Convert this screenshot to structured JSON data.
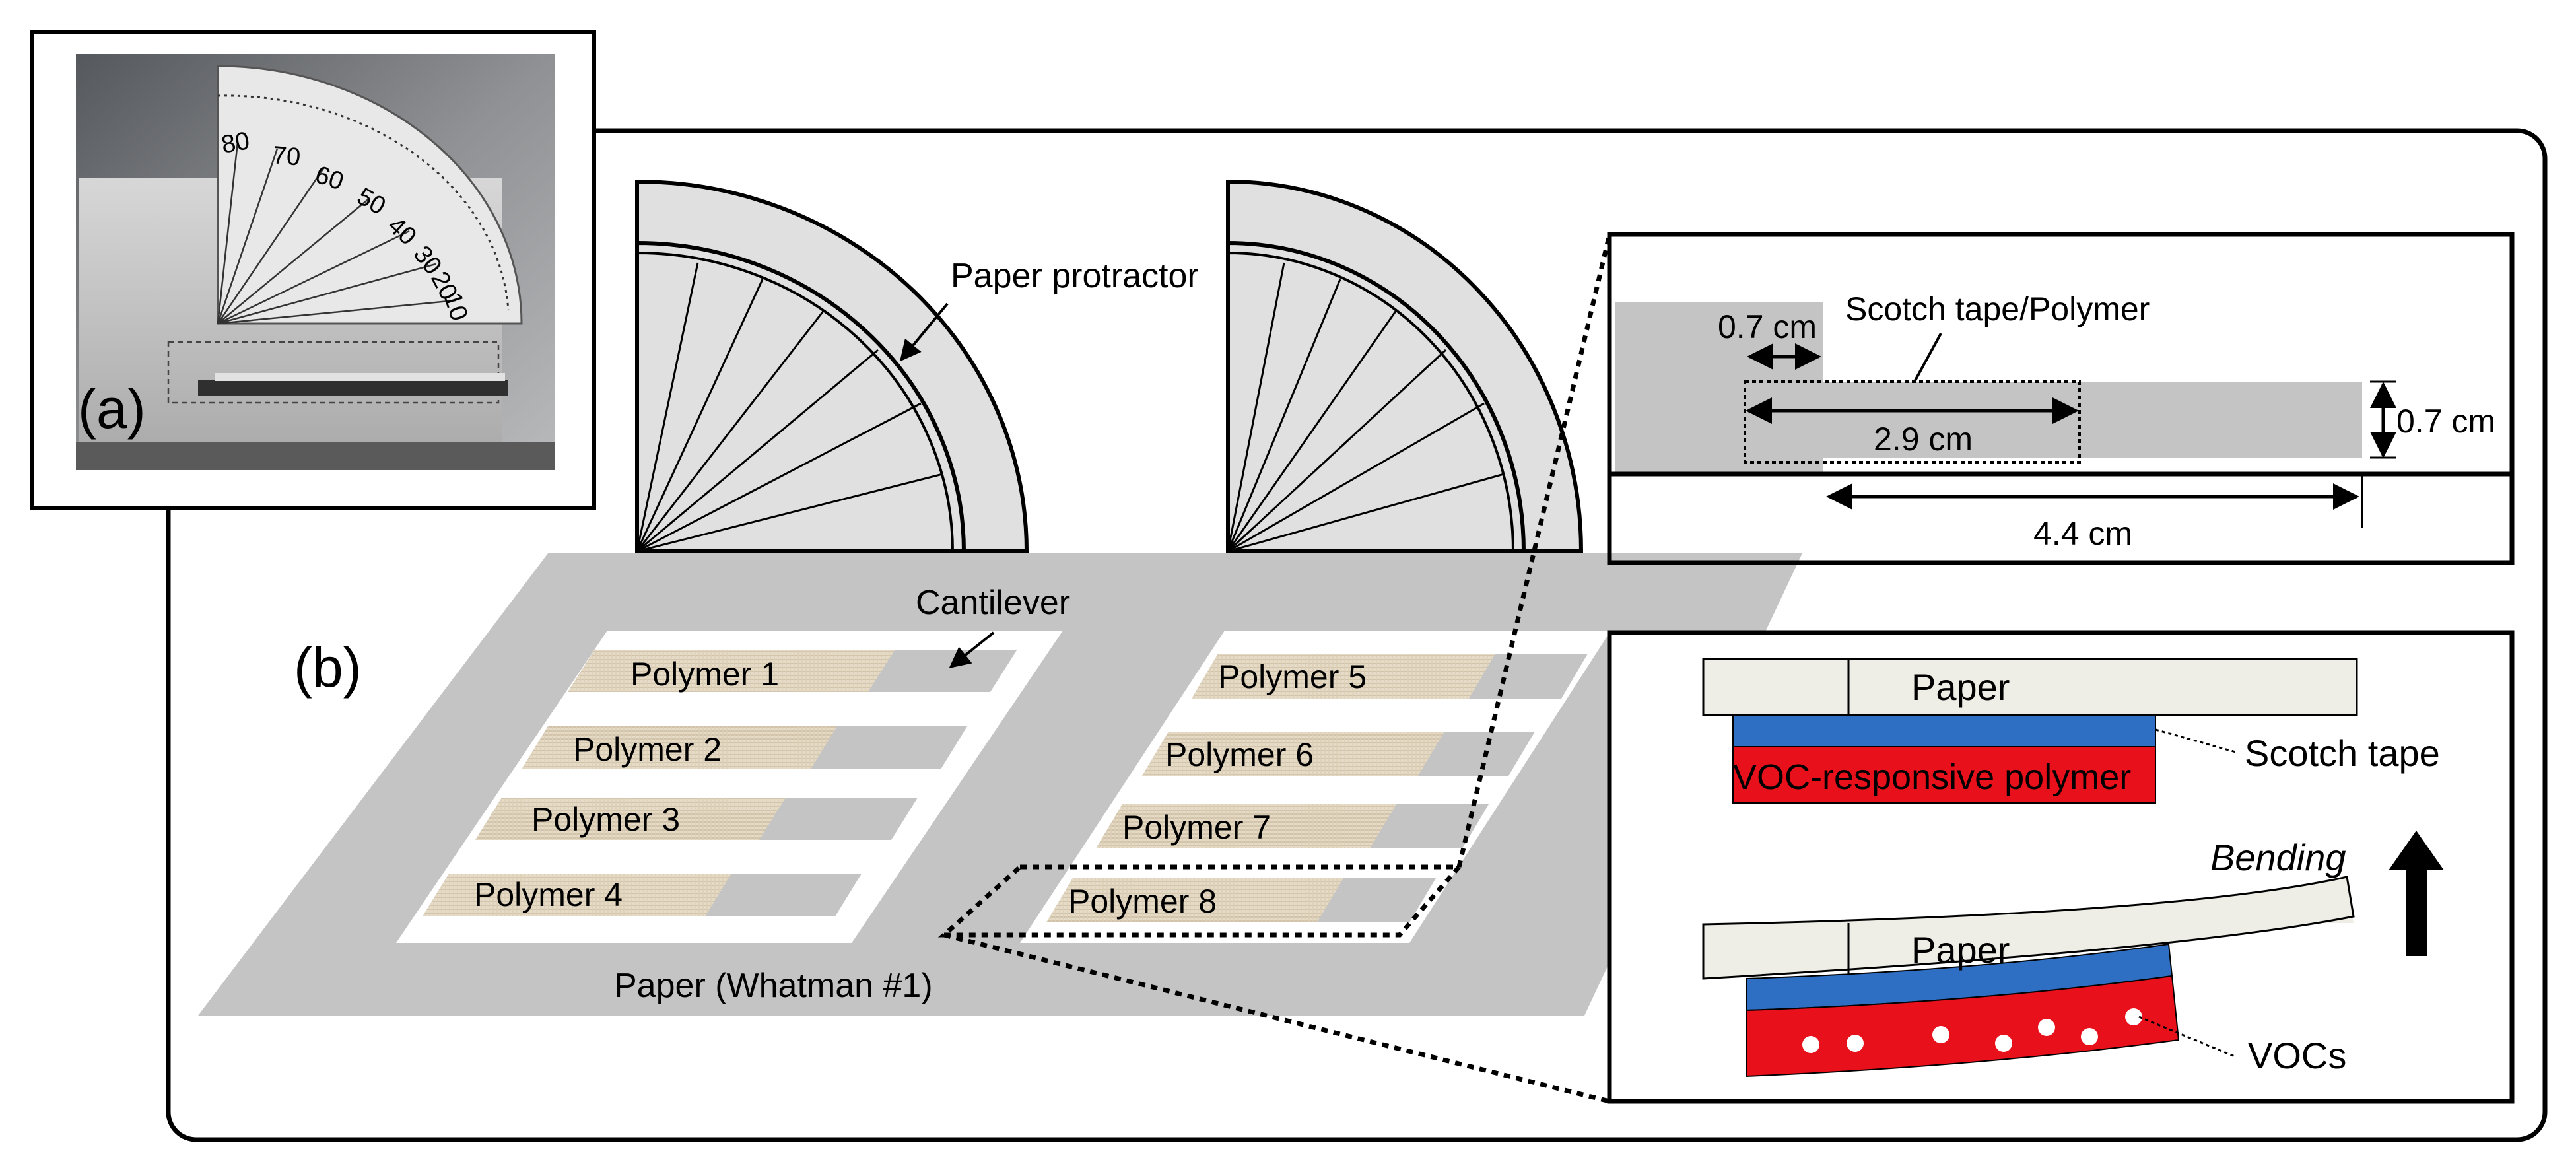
{
  "panel_a": {
    "label": "(a)",
    "protractor_ticks": [
      "80",
      "70",
      "60",
      "50",
      "40",
      "30",
      "20",
      "10"
    ]
  },
  "panel_b": {
    "label": "(b)",
    "protractor_label": "Paper protractor",
    "cantilever_label": "Cantilever",
    "paper_label": "Paper (Whatman #1)",
    "polymers_left": [
      "Polymer 1",
      "Polymer 2",
      "Polymer 3",
      "Polymer 4"
    ],
    "polymers_right": [
      "Polymer 5",
      "Polymer 6",
      "Polymer 7",
      "Polymer 8"
    ]
  },
  "detail_dimensions": {
    "tape_label": "Scotch tape/Polymer",
    "dim_width_offset": "0.7 cm",
    "dim_tape_length": "2.9 cm",
    "dim_strip_width": "0.7 cm",
    "dim_strip_length": "4.4 cm"
  },
  "detail_bending": {
    "paper_label_top": "Paper",
    "polymer_label": "VOC-responsive polymer",
    "tape_label": "Scotch tape",
    "bending_label": "Bending",
    "paper_label_bottom": "Paper",
    "vocs_label": "VOCs"
  },
  "colors": {
    "tape_blue": "#2e6fc4",
    "polymer_red": "#e8101a",
    "paper_gray": "#c4c4c4",
    "polymer_beige": "#e5dac6"
  }
}
